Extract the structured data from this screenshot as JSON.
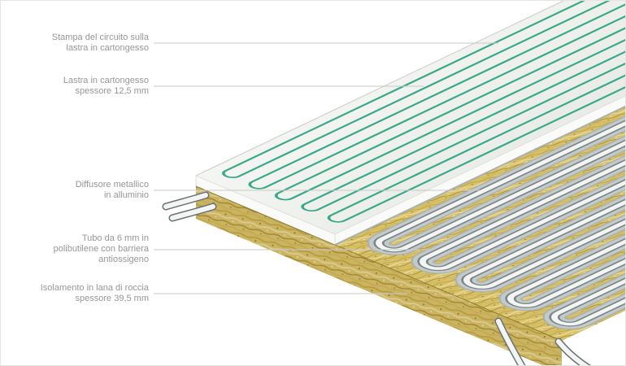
{
  "diagram": {
    "labels": [
      {
        "id": "circuit-print",
        "text": "Stampa del circuito sulla\nlastra in cartongesso"
      },
      {
        "id": "plasterboard",
        "text": "Lastra in cartongesso\nspessore 12,5 mm"
      },
      {
        "id": "diffuser",
        "text": "Diffusore metallico\nin alluminio"
      },
      {
        "id": "tube",
        "text": "Tubo da 6 mm in\npolibutilene con barriera\nantiossigeno"
      },
      {
        "id": "insulation",
        "text": "Isolamento in lana di roccia\nspessore 39,5 mm"
      }
    ],
    "colors": {
      "circuit_green": "#3aa88a",
      "plasterboard_white": "#eef0ec",
      "diffuser_gray": "#c3caca",
      "tube_white": "#f3f5f4",
      "insulation_yellow": "#d8c269",
      "label_text": "#979797",
      "leader_line": "#c9c9c9"
    }
  }
}
